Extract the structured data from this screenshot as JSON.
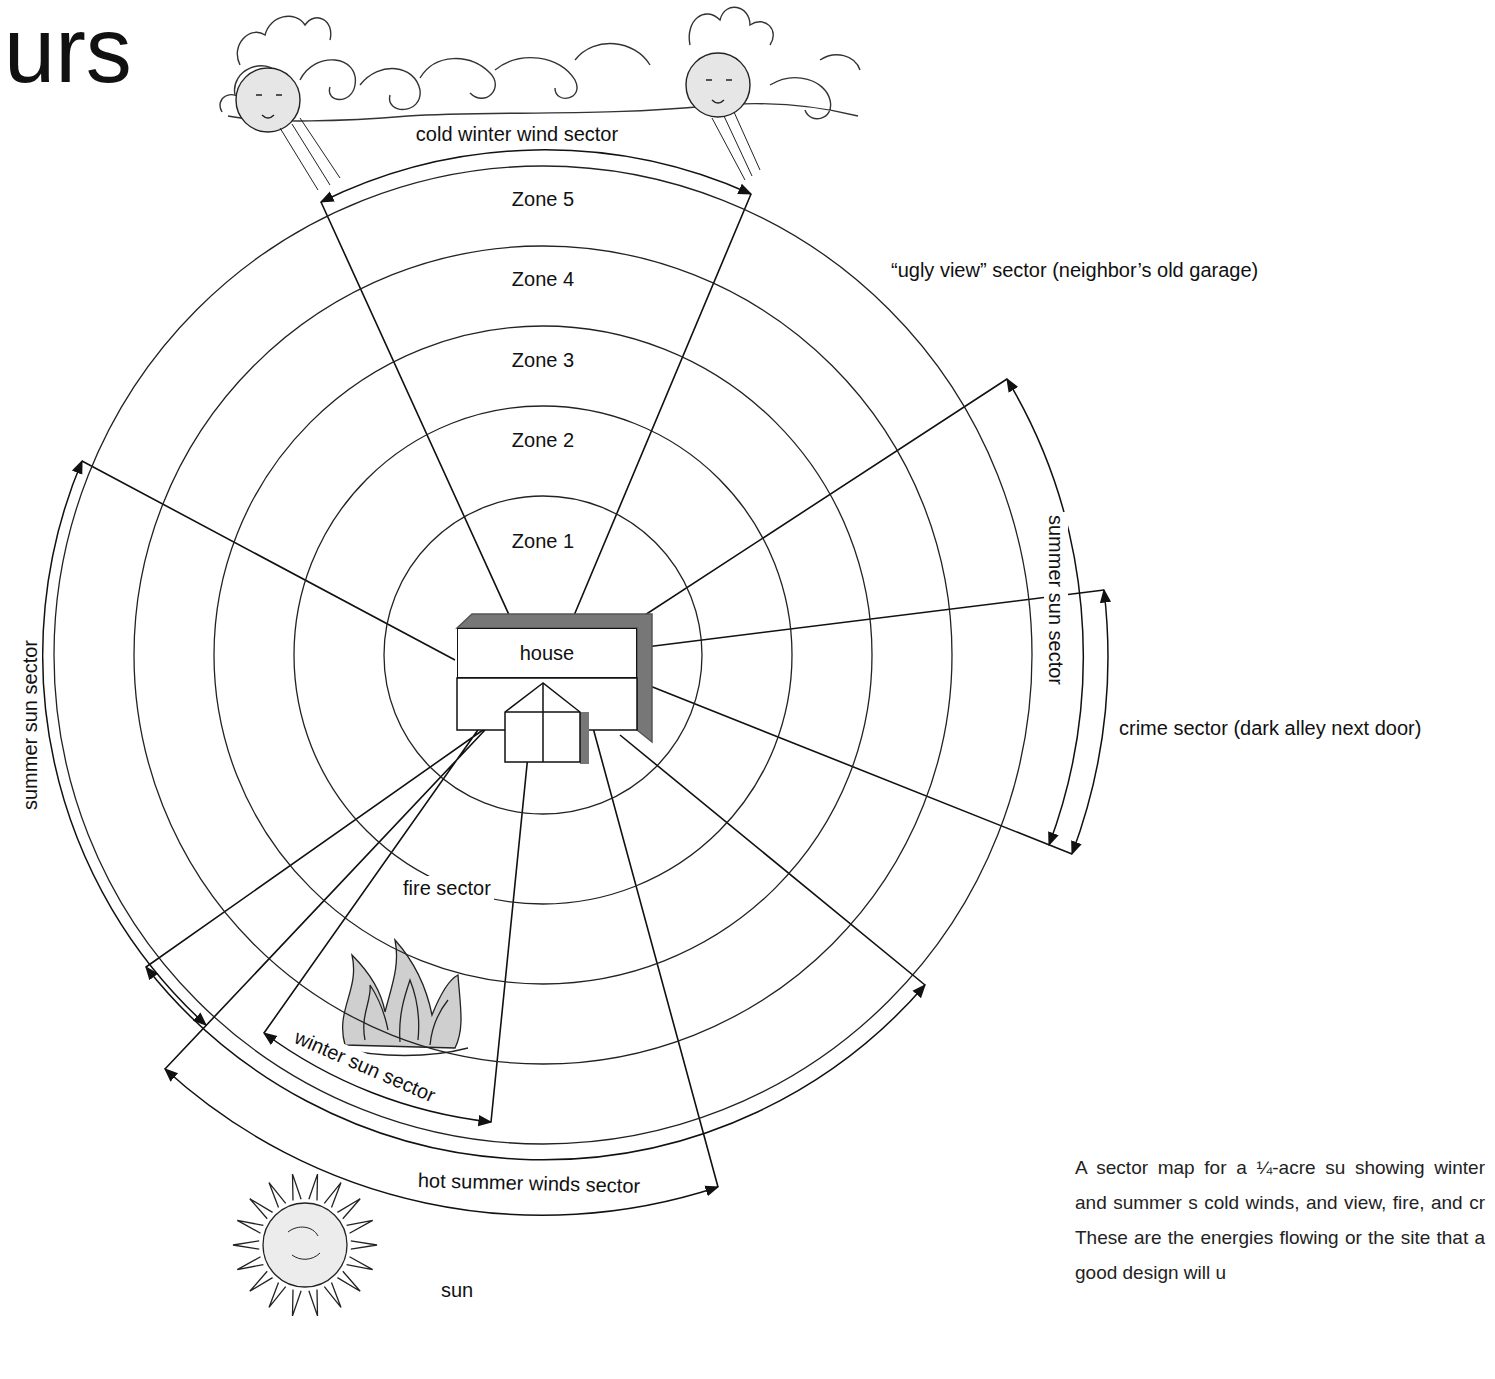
{
  "diagram": {
    "title": "urs",
    "caption": "A sector map for a ¼-acre su showing winter and summer s cold winds, and view, fire, and cr These are the energies flowing or the site that a good design will u",
    "nodes": [
      {
        "text": [
          "Zone 5"
        ]
      },
      {
        "text": [
          "Zone 4"
        ],
        "in": 0
      },
      {
        "text": [
          "Zone 3"
        ],
        "in": 1
      },
      {
        "text": [
          "Zone 2"
        ],
        "in": 2
      },
      {
        "text": [
          "Zone 1"
        ],
        "in": 3
      },
      {
        "text": [
          "house"
        ],
        "in": 4
      }
    ],
    "labels": [
      "cold winter wind sector",
      "“ugly view” sector (neighbor’s old garage)",
      "summer sun sector",
      "summer sun sector",
      "crime sector (dark alley next door)",
      "fire sector",
      "winter sun sector",
      "hot summer winds sector",
      "sun"
    ]
  }
}
